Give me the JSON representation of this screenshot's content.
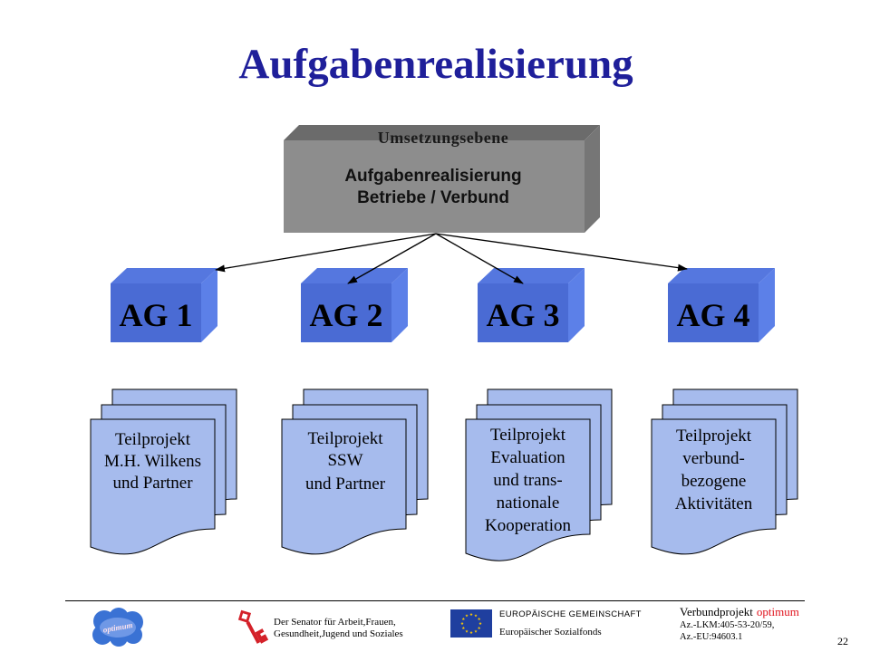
{
  "slide": {
    "title": "Aufgabenrealisierung"
  },
  "top_box": {
    "top_label": "Umsetzungsebene",
    "line1": "Aufgabenrealisierung",
    "line2": "Betriebe / Verbund"
  },
  "groups": [
    {
      "label": "AG 1",
      "document_lines": [
        "Teilprojekt",
        "M.H. Wilkens",
        "und Partner"
      ]
    },
    {
      "label": "AG 2",
      "document_lines": [
        "Teilprojekt",
        "SSW",
        "und Partner"
      ]
    },
    {
      "label": "AG 3",
      "document_lines": [
        "Teilprojekt",
        "Evaluation",
        "und trans-",
        "nationale",
        "Kooperation"
      ]
    },
    {
      "label": "AG 4",
      "document_lines": [
        "Teilprojekt",
        "verbund-",
        "bezogene",
        "Aktivitäten"
      ]
    }
  ],
  "footer": {
    "optimum_logo_text": "optimum",
    "senator_line1": "Der Senator für Arbeit,Frauen,",
    "senator_line2": "Gesundheit,Jugend und Soziales",
    "eu_line1": "EUROPÄISCHE GEMEINSCHAFT",
    "eu_line2": "Europäischer Sozialfonds",
    "project_prefix": "Verbundprojekt",
    "project_name": "optimum",
    "reference_lkm": "Az.-LKM:405-53-20/59,",
    "reference_eu": "Az.-EU:94603.1",
    "page_number": "22"
  },
  "icons": {
    "optimum_logo": "optimum-logo",
    "bremen_logo": "bremen-key-logo",
    "eu_logo": "eu-flag"
  },
  "colors": {
    "title": "#1f1f9a",
    "box_front": "#8d8d8d",
    "box_top": "#6b6b6b",
    "box_side": "#767676",
    "ag_front": "#4a6bd4",
    "ag_top": "#5577df",
    "ag_side": "#5c80e8",
    "document_fill": "#a6bbed",
    "eu_blue": "#1f3f9f",
    "eu_star": "#ffcc00",
    "bremen_red": "#d42129",
    "optimum_red": "#e0101a",
    "logo_blue": "#3a72d4",
    "logo_light": "#6f98e6",
    "logo_text": "#fde3ee"
  }
}
